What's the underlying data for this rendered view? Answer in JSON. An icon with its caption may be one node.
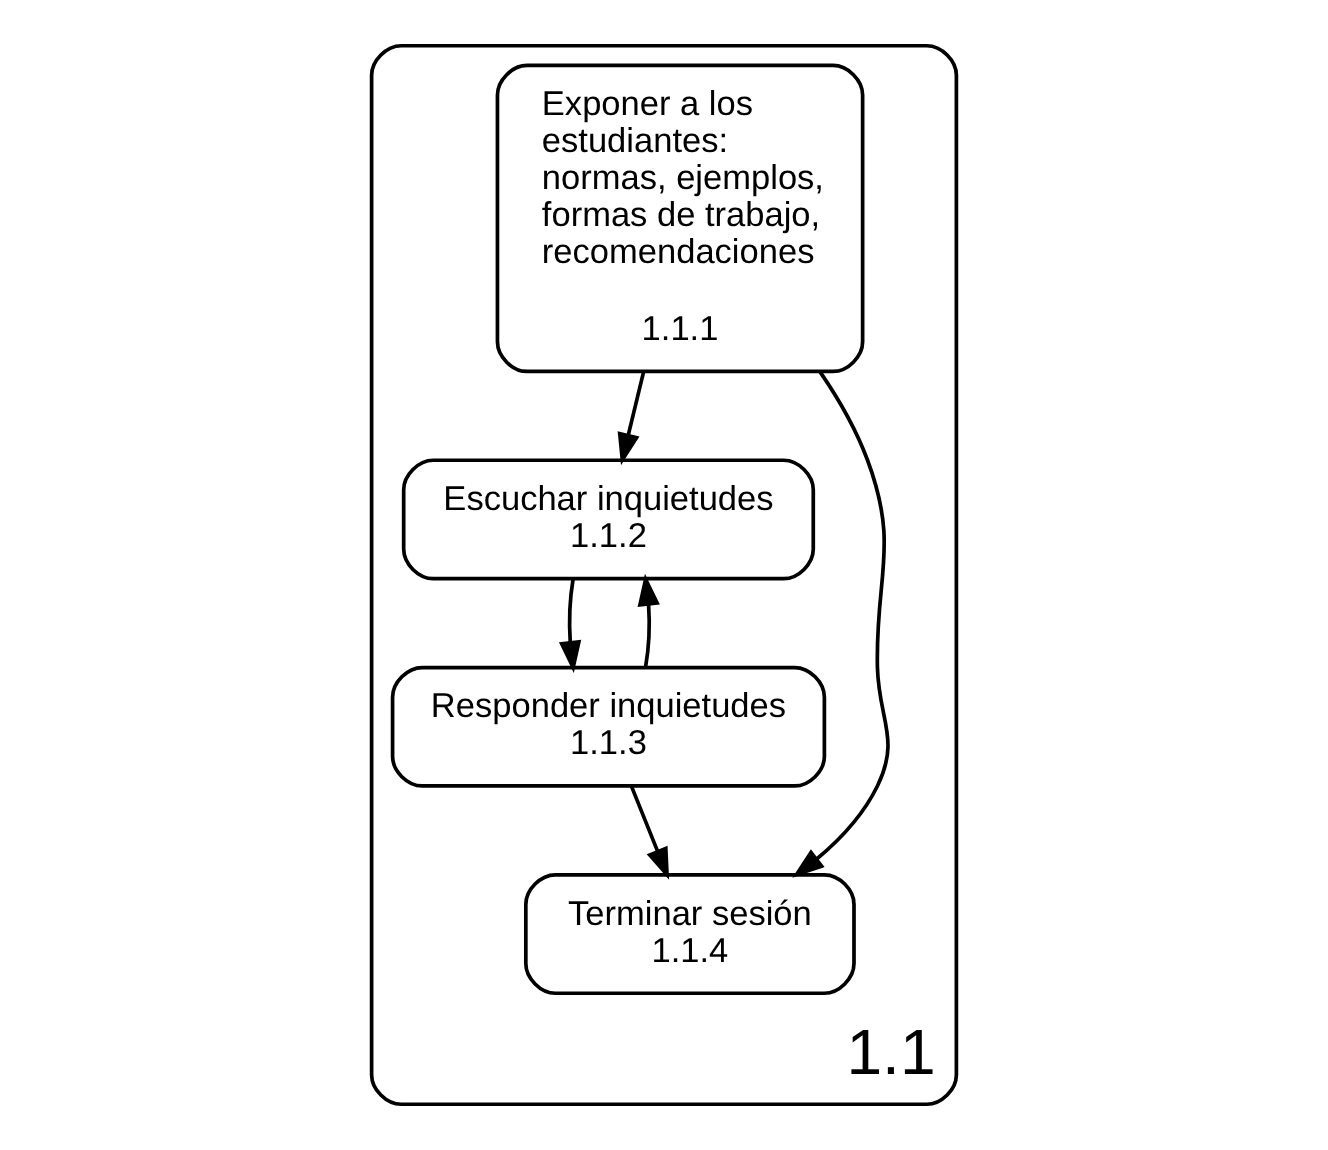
{
  "diagram": {
    "nodes": [
      {
        "text": [
          "1.1"
        ]
      },
      {
        "text": [
          "Exponer a los estudiantes: normas, ejemplos, formas de trabajo, recomendaciones",
          "1.1.1"
        ],
        "in": 0
      },
      {
        "text": [
          "Escuchar inquietudes",
          "1.1.2"
        ],
        "in": 0
      },
      {
        "text": [
          "Responder inquietudes",
          "1.1.3"
        ],
        "in": 0
      },
      {
        "text": [
          "Terminar sesión",
          "1.1.4"
        ],
        "in": 0
      }
    ],
    "edges": [
      {
        "from": 1,
        "to": 2,
        "arrow": "to"
      },
      {
        "from": 1,
        "to": 4,
        "arrow": "to"
      },
      {
        "from": 2,
        "to": 3,
        "arrow": "to"
      },
      {
        "from": 3,
        "to": 2,
        "arrow": "to"
      },
      {
        "from": 3,
        "to": 4,
        "arrow": "to"
      }
    ]
  }
}
